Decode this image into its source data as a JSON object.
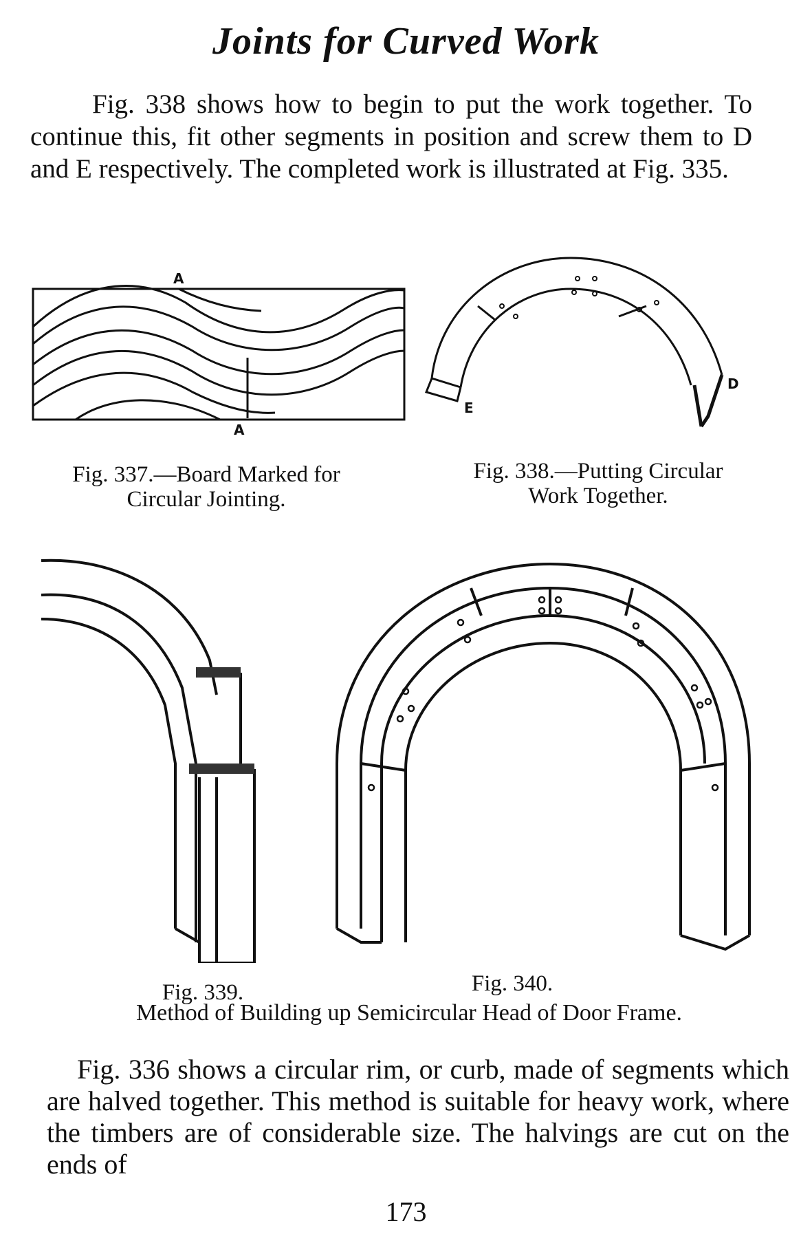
{
  "title": "Joints for Curved Work",
  "paragraph1": "Fig. 338 shows how to begin to put the work together. To continue this, fit other segments in position and screw them to D and E respectively. The completed work is illustrated at Fig. 335.",
  "figures": {
    "fig337": {
      "caption_line1": "Fig. 337.—Board Marked for",
      "caption_line2": "Circular Jointing.",
      "label_top": "A",
      "label_bottom": "A"
    },
    "fig338": {
      "caption_line1": "Fig. 338.—Putting Circular",
      "caption_line2": "Work Together.",
      "label_left": "E",
      "label_right": "D"
    },
    "fig339": {
      "caption": "Fig. 339."
    },
    "fig340": {
      "caption": "Fig. 340."
    },
    "shared_caption": "Method of Building up Semicircular Head of Door Frame."
  },
  "paragraph2": "Fig. 336 shows a circular rim, or curb, made of segments which are halved together. This method is suitable for heavy work, where the timbers are of considerable size. The halvings are cut on the ends of",
  "page_number": "173"
}
